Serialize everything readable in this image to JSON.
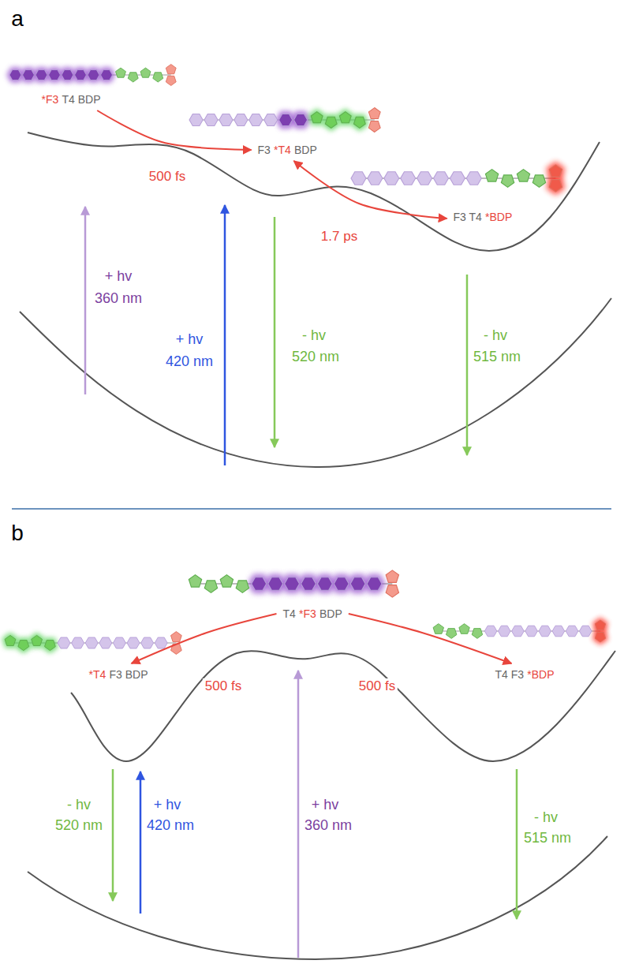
{
  "diagram": {
    "nodes": [
      {
        "text": [
          "*F3",
          "T4 BDP"
        ]
      },
      {
        "text": [
          "F3",
          "*T4",
          "BDP"
        ]
      },
      {
        "text": [
          "F3 T4",
          "*BDP"
        ]
      },
      {
        "text": [
          "T4",
          "*F3",
          "BDP"
        ]
      },
      {
        "text": [
          "*T4",
          "F3 BDP"
        ]
      },
      {
        "text": [
          "T4 F3",
          "*BDP"
        ]
      }
    ],
    "edges": [
      {
        "from": 0,
        "to": 1,
        "arrow": "to",
        "label": "500 fs"
      },
      {
        "from": 1,
        "to": 2,
        "arrow": "both",
        "label": "1.7 ps"
      },
      {
        "from": 3,
        "to": 4,
        "arrow": "to",
        "label": "500 fs"
      },
      {
        "from": 3,
        "to": 5,
        "arrow": "to",
        "label": "500 fs"
      }
    ],
    "labels": [
      "a",
      "+ hv",
      "360 nm",
      "+ hv",
      "420 nm",
      "- hv",
      "520 nm",
      "- hv",
      "515 nm",
      "b",
      "- hv",
      "520 nm",
      "+ hv",
      "420 nm",
      "+ hv",
      "360 nm",
      "- hv",
      "515 nm"
    ]
  }
}
